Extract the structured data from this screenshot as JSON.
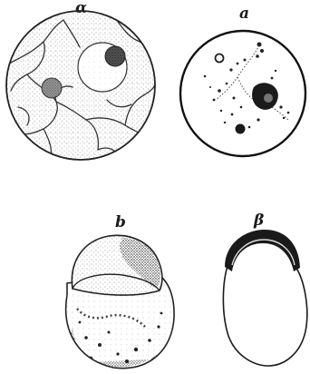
{
  "figure": {
    "labels": {
      "top_left": "α",
      "top_right": "a",
      "bottom_left": "b",
      "bottom_right": "β"
    },
    "ink_color": "#1a1a1a",
    "paper_color": "#ffffff"
  }
}
